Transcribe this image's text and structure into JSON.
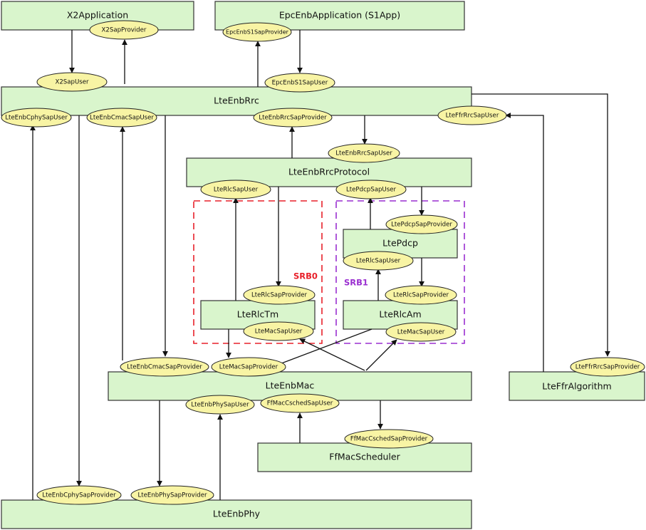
{
  "colors": {
    "module_fill": "#d9f5cc",
    "sap_fill": "#f8f4a4",
    "srb0": "#e8202a",
    "srb1": "#9a2fd0"
  },
  "modules": {
    "x2_application": "X2Application",
    "epc_enb_application": "EpcEnbApplication (S1App)",
    "lte_enb_rrc": "LteEnbRrc",
    "lte_enb_rrc_protocol": "LteEnbRrcProtocol",
    "lte_pdcp": "LtePdcp",
    "lte_rlc_tm": "LteRlcTm",
    "lte_rlc_am": "LteRlcAm",
    "lte_enb_mac": "LteEnbMac",
    "lte_ffr_algorithm": "LteFfrAlgorithm",
    "ff_mac_scheduler": "FfMacScheduler",
    "lte_enb_phy": "LteEnbPhy"
  },
  "regions": {
    "srb0": "SRB0",
    "srb1": "SRB1"
  },
  "saps": {
    "x2_sap_provider": "X2SapProvider",
    "epc_enb_s1_sap_provider": "EpcEnbS1SapProvider",
    "x2_sap_user": "X2SapUser",
    "epc_enb_s1_sap_user": "EpcEnbS1SapUser",
    "lte_enb_cphy_sap_user": "LteEnbCphySapUser",
    "lte_enb_cmac_sap_user": "LteEnbCmacSapUser",
    "lte_enb_rrc_sap_provider": "LteEnbRrcSapProvider",
    "lte_ffr_rrc_sap_user": "LteFfrRrcSapUser",
    "lte_enb_rrc_sap_user": "LteEnbRrcSapUser",
    "rrcprot_rlc_sap_user": "LteRlcSapUser",
    "lte_pdcp_sap_user": "LtePdcpSapUser",
    "lte_pdcp_sap_provider": "LtePdcpSapProvider",
    "pdcp_rlc_sap_user": "LteRlcSapUser",
    "rlctm_rlc_sap_provider": "LteRlcSapProvider",
    "rlcam_rlc_sap_provider": "LteRlcSapProvider",
    "rlctm_mac_sap_user": "LteMacSapUser",
    "rlcam_mac_sap_user": "LteMacSapUser",
    "lte_enb_cmac_sap_provider": "LteEnbCmacSapProvider",
    "lte_mac_sap_provider": "LteMacSapProvider",
    "lte_ffr_rrc_sap_provider": "LteFfrRrcSapProvider",
    "lte_enb_phy_sap_user": "LteEnbPhySapUser",
    "ff_mac_csched_sap_user": "FfMacCschedSapUser",
    "ff_mac_csched_sap_provider": "FfMacCschedSapProvider",
    "lte_enb_cphy_sap_provider": "LteEnbCphySapProvider",
    "lte_enb_phy_sap_provider": "LteEnbPhySapProvider"
  }
}
